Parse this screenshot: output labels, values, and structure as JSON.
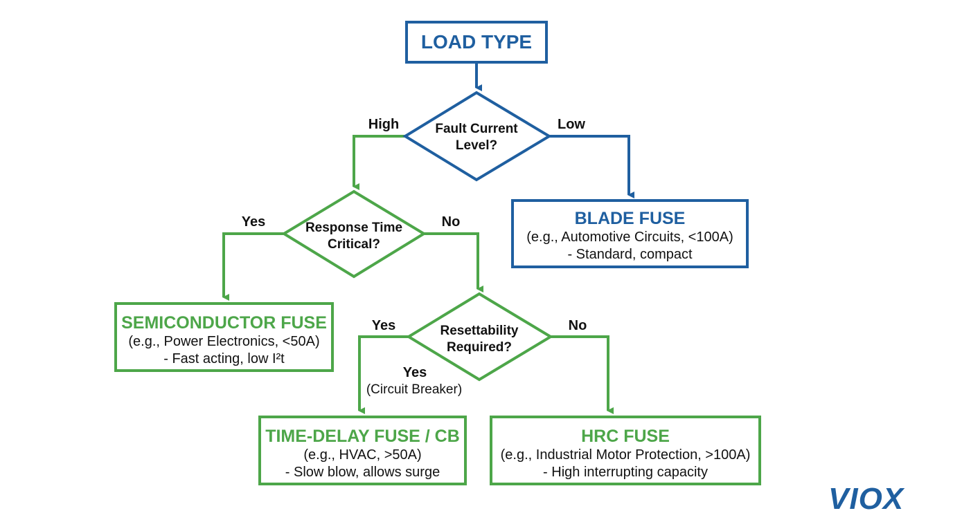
{
  "nodes": {
    "load_type": {
      "title": "LOAD TYPE"
    },
    "fault_current": {
      "line1": "Fault Current",
      "line2": "Level?"
    },
    "response_time": {
      "line1": "Response Time",
      "line2": "Critical?"
    },
    "resettability": {
      "line1": "Resettability",
      "line2": "Required?"
    },
    "blade_fuse": {
      "title": "BLADE FUSE",
      "line1": "(e.g., Automotive Circuits, <100A)",
      "line2": "- Standard, compact"
    },
    "semiconductor_fuse": {
      "title": "SEMICONDUCTOR FUSE",
      "line1": "(e.g., Power Electronics, <50A)",
      "line2": "- Fast acting, low I²t"
    },
    "time_delay_fuse": {
      "title": "TIME-DELAY FUSE / CB",
      "line1": "(e.g., HVAC, >50A)",
      "line2": "- Slow blow, allows surge"
    },
    "hrc_fuse": {
      "title": "HRC FUSE",
      "line1": "(e.g., Industrial Motor Protection, >100A)",
      "line2": "- High interrupting capacity"
    }
  },
  "edge_labels": {
    "high": "High",
    "low": "Low",
    "yes_response": "Yes",
    "no_response": "No",
    "yes_reset": "Yes",
    "no_reset": "No",
    "yes_cb": "Yes",
    "yes_cb_note": "(Circuit Breaker)"
  },
  "colors": {
    "blue": "#1f5fa0",
    "green": "#4da649"
  },
  "logo": {
    "text": "VIOX"
  }
}
